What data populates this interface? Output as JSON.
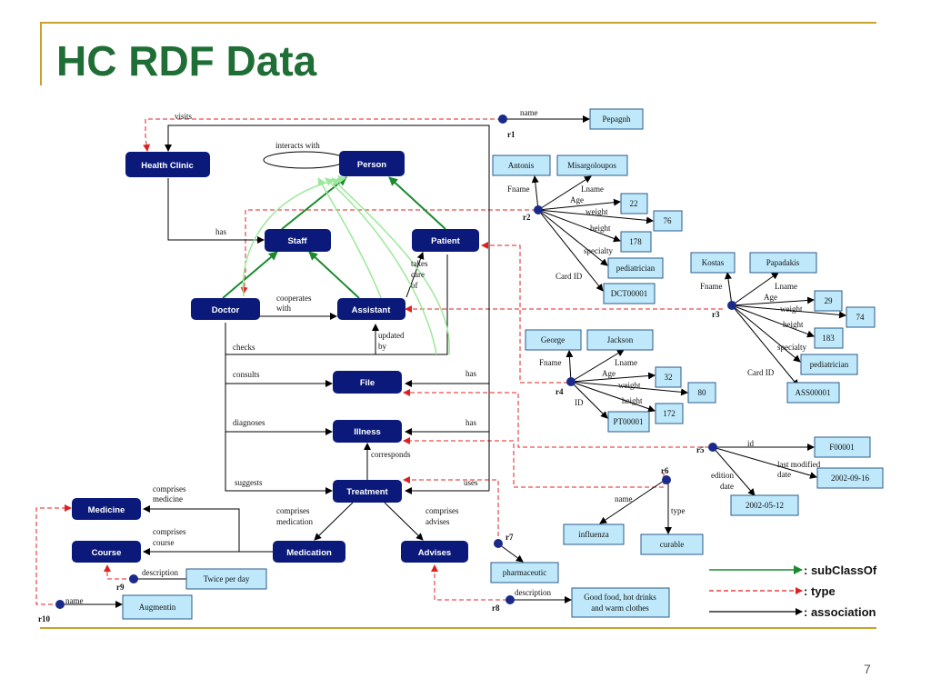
{
  "slide": {
    "title": "HC RDF Data",
    "page_number": "7"
  },
  "classes": {
    "health_clinic": "Health Clinic",
    "person": "Person",
    "staff": "Staff",
    "patient": "Patient",
    "doctor": "Doctor",
    "assistant": "Assistant",
    "file": "File",
    "illness": "Illness",
    "treatment": "Treatment",
    "medicine": "Medicine",
    "course": "Course",
    "medication": "Medication",
    "advises": "Advises"
  },
  "relations": {
    "visits": "visits",
    "interacts_with": "interacts with",
    "has": "has",
    "takes_care_of": [
      "takes",
      "care",
      "of"
    ],
    "cooperates_with": [
      "cooperates",
      "with"
    ],
    "updated_by": [
      "updated",
      "by"
    ],
    "checks": "checks",
    "consults": "consults",
    "file_has": "has",
    "diagnoses": "diagnoses",
    "illness_has": "has",
    "corresponds": "corresponds",
    "suggests": "suggests",
    "uses": "uses",
    "comprises_medicine": [
      "comprises",
      "medicine"
    ],
    "comprises_course": [
      "comprises",
      "course"
    ],
    "comprises_medication": [
      "comprises",
      "medication"
    ],
    "comprises_advises": [
      "comprises",
      "advises"
    ]
  },
  "instances": {
    "r1": {
      "id": "r1",
      "name_label": "name",
      "name": "Pepagnh"
    },
    "r2": {
      "id": "r2",
      "fname_label": "Fname",
      "fname": "Antonis",
      "lname_label": "Lname",
      "lname": "Misargoloupos",
      "age_label": "Age",
      "age": "22",
      "weight_label": "weight",
      "weight": "76",
      "height_label": "height",
      "height": "178",
      "specialty_label": "specialty",
      "specialty": "pediatrician",
      "cardid_label": "Card ID",
      "cardid": "DCT00001"
    },
    "r3": {
      "id": "r3",
      "fname_label": "Fname",
      "fname": "Kostas",
      "lname_label": "Lname",
      "lname": "Papadakis",
      "age_label": "Age",
      "age": "29",
      "weight_label": "weight",
      "weight": "74",
      "height_label": "height",
      "height": "183",
      "specialty_label": "specialty",
      "specialty": "pediatrician",
      "cardid_label": "Card ID",
      "cardid": "ASS00001"
    },
    "r4": {
      "id": "r4",
      "fname_label": "Fname",
      "fname": "George",
      "lname_label": "Lname",
      "lname": "Jackson",
      "age_label": "Age",
      "age": "32",
      "weight_label": "weight",
      "weight": "80",
      "height_label": "height",
      "height": "172",
      "id_label": "ID",
      "pid": "PT00001"
    },
    "r5": {
      "id": "r5",
      "id_label": "id",
      "fid": "F00001",
      "modified_label": [
        "last modified",
        "date"
      ],
      "modified": "2002-09-16",
      "edition_label": [
        "edition",
        "date"
      ],
      "edition": "2002-05-12"
    },
    "r6": {
      "id": "r6",
      "name_label": "name",
      "name": "influenza",
      "type_label": "type",
      "type": "curable"
    },
    "r7": {
      "id": "r7",
      "value": "pharmaceutic"
    },
    "r8": {
      "id": "r8",
      "description_label": "description",
      "description": [
        "Good food, hot drinks",
        "and warm clothes"
      ]
    },
    "r9": {
      "id": "r9",
      "description_label": "description",
      "description": "Twice per day"
    },
    "r10": {
      "id": "r10",
      "name_label": "name",
      "name": "Augmentin"
    }
  },
  "legend": {
    "subclass": ": subClassOf",
    "type": ": type",
    "association": ": association"
  },
  "colors": {
    "class_fill": "#0b1a7a",
    "literal_fill": "#bfe9fb",
    "literal_stroke": "#2b5a8a",
    "subclass": "#1b8a2e",
    "subclass_light": "#9be89b",
    "type": "#e02020",
    "association": "#000000",
    "title": "#1f6e36",
    "rule": "#c8a22b"
  }
}
